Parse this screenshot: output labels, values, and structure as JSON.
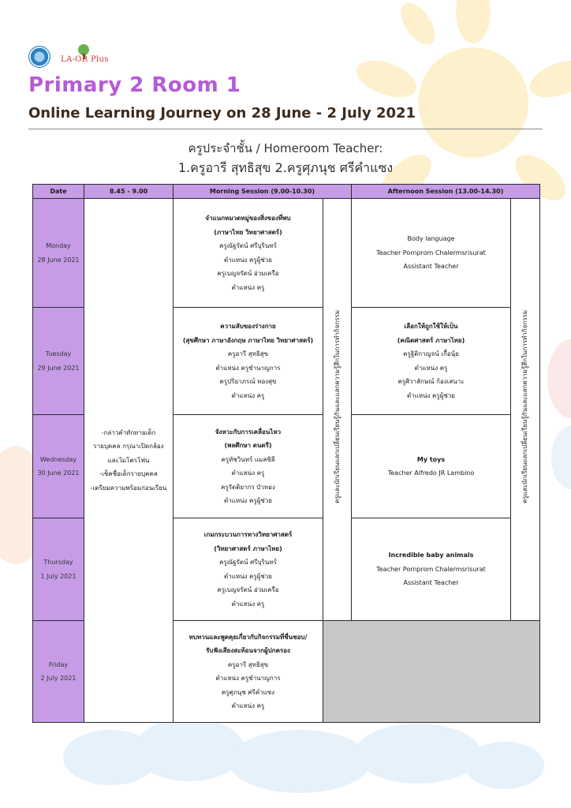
{
  "header": {
    "logo_text": "LA-OR Plus",
    "title": "Primary 2 Room 1",
    "subtitle": "Online Learning Journey on 28 June - 2 July 2021"
  },
  "teacher": {
    "line1": "ครูประจำชั้น / Homeroom Teacher:",
    "line2": "1.ครูอารี สุทธิสุข  2.ครูศุภนุช ศรีคำแซง"
  },
  "table": {
    "headers": [
      "Date",
      "8.45 - 9.00",
      "Morning Session (9.00-10.30)",
      "Afternoon Session (13.00-14.30)"
    ],
    "pre_session": "-กล่าวคำทักทายเด็ก\nรายบุคคล กรุณาเปิดกล้อง\nและไมโครโฟน\n-เช็คชื่อเด็กรายบุคคล\n-เตรียมความพร้อมก่อนเรียน",
    "vertical_note": "ครูและนักเรียนแลกเปลี่ยนเรียนรู้กันและแลกความรู้สึกในการทำกิจกรรม",
    "days": [
      {
        "day": "Monday",
        "date": "28 June 2021",
        "morning": [
          "จำแนกหมวดหมู่ของสิ่งของที่พบ",
          "(ภาษาไทย วิทยาศาสตร์)",
          "ครูณัฐรัตน์ ศรีบุรินทร์",
          "ตำแหน่ง ครูผู้ช่วย",
          "ครูเบญจรัตน์ อ่วมเครือ",
          "ตำแหน่ง ครู"
        ],
        "afternoon": [
          "Body language",
          "Teacher Pornprom Chalermsrisurat",
          "Assistant Teacher"
        ]
      },
      {
        "day": "Tuesday",
        "date": "29 June 2021",
        "morning": [
          "ความลับของร่างกาย",
          "(สุขศึกษา ภาษาอังกฤษ ภาษาไทย วิทยาศาสตร์)",
          "ครูอารี สุทธิสุข",
          "ตำแหน่ง ครูชำนาญการ",
          "ครูปริยาภรณ์ ทองสุข",
          "ตำแหน่ง ครู"
        ],
        "afternoon": [
          "เลือกให้ถูกใช้ให้เป็น",
          "(คณิตศาสตร์ ภาษาไทย)",
          "ครูฐิติกาญจน์ เกื้อนุ้ย",
          "ตำแหน่ง ครู",
          "ครูศิวาลักษณ์ ก้องเสนาะ",
          "ตำแหน่ง ครูผู้ช่วย"
        ]
      },
      {
        "day": "Wednesday",
        "date": "30 June 2021",
        "morning": [
          "จังหวะกับการเคลื่อนไหว",
          "(พลศึกษา ดนตรี)",
          "ครูทัชวินทร์ แมลซิลี",
          "ตำแหน่ง ครู",
          "ครูรัตติยากร บัวทอง",
          "ตำแหน่ง ครูผู้ช่วย"
        ],
        "afternoon": [
          "My toys",
          "Teacher Alfredo JR Lambino"
        ]
      },
      {
        "day": "Thursday",
        "date": "1 July 2021",
        "morning": [
          "เกมกระบวนการทางวิทยาศาสตร์",
          "(วิทยาศาสตร์ ภาษาไทย)",
          "ครูณัฐรัตน์ ศรีบุรินทร์",
          "ตำแหน่ง ครูผู้ช่วย",
          "ครูเบญจรัตน์ อ่วมเครือ",
          "ตำแหน่ง ครู"
        ],
        "afternoon": [
          "Incredible baby animals",
          "Teacher Pornprom Chalermsrisurat",
          "Assistant Teacher"
        ]
      },
      {
        "day": "Friday",
        "date": "2 July 2021",
        "morning": [
          "ทบทวนและพูดคุยเกี่ยวกับกิจกรรมที่ชื่นชอบ/",
          "รับฟังเสียงสะท้อนจากผู้ปกครอง",
          "ครูอารี สุทธิสุข",
          "ตำแหน่ง ครูชำนาญการ",
          "ครูศุภนุช ศรีคำแซง",
          "ตำแหน่ง ครู"
        ],
        "afternoon": []
      }
    ]
  }
}
